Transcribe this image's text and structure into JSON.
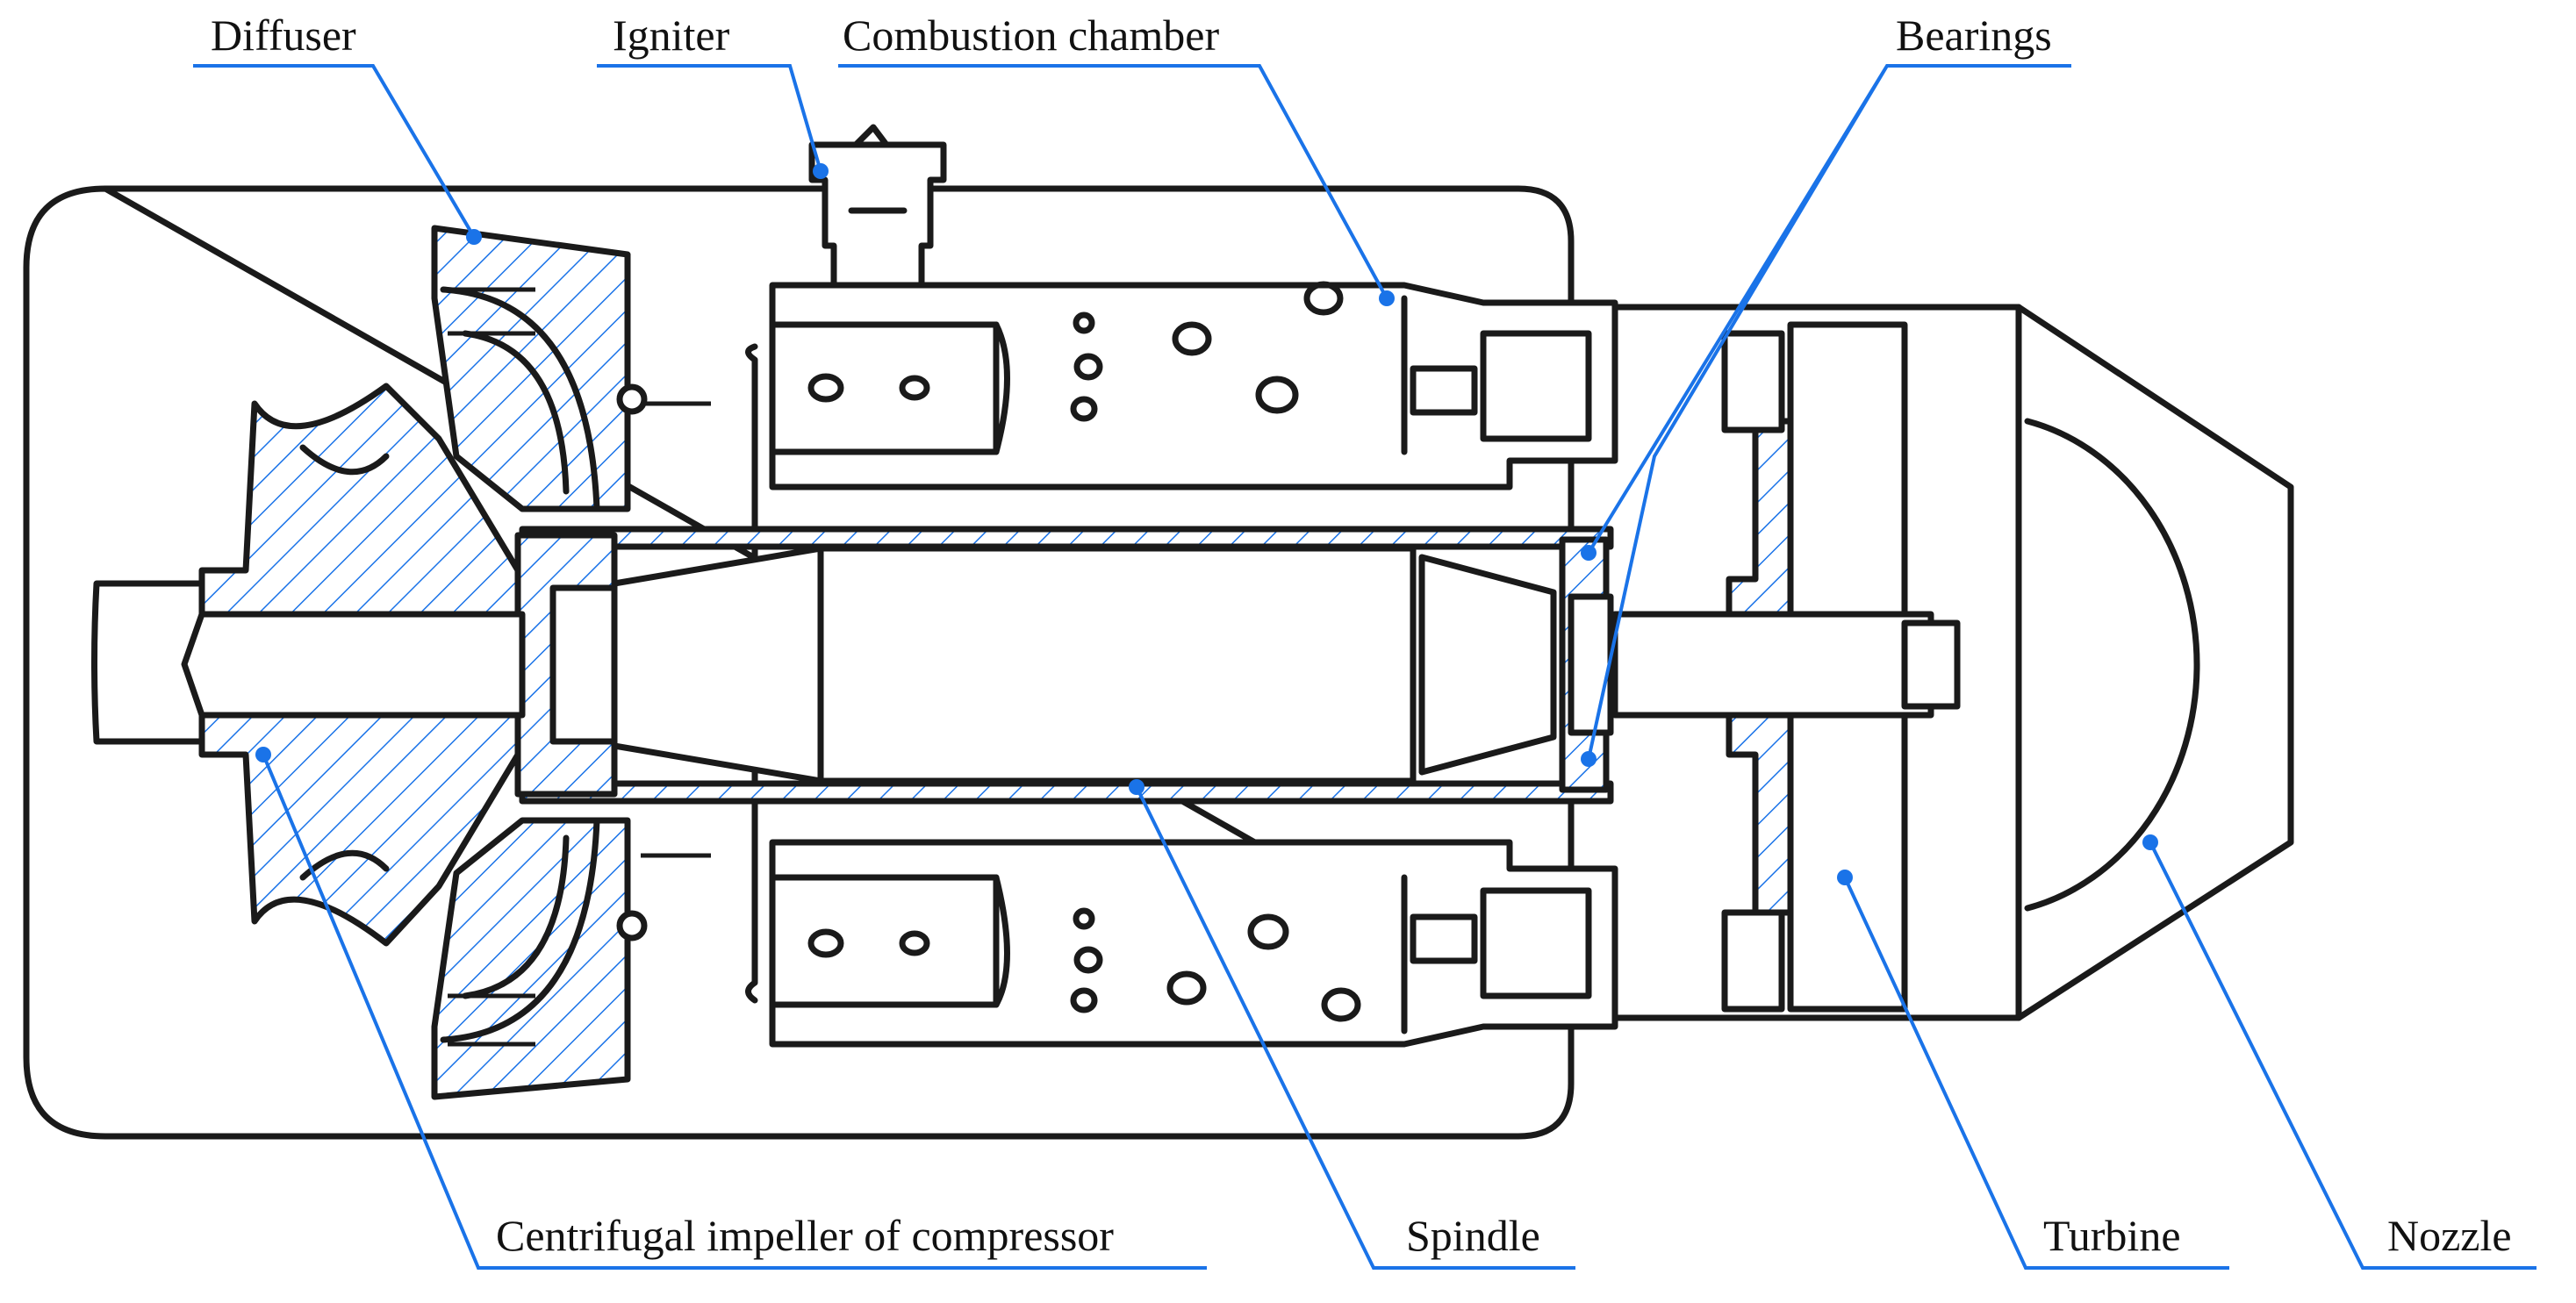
{
  "colors": {
    "leader": "#1a73e8",
    "outline": "#1a1a1a",
    "hatch": "#1a73e8"
  },
  "labels": {
    "diffuser": "Diffuser",
    "igniter": "Igniter",
    "combustion_chamber": "Combustion chamber",
    "bearings": "Bearings",
    "centrifugal_impeller": "Centrifugal impeller of compressor",
    "spindle": "Spindle",
    "turbine": "Turbine",
    "nozzle": "Nozzle"
  }
}
